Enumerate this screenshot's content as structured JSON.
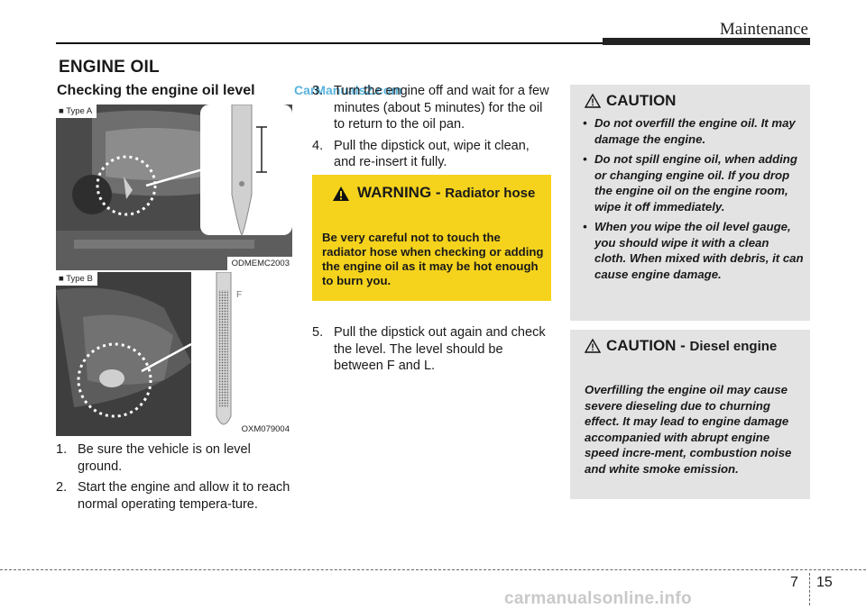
{
  "header": {
    "chapter_title": "Maintenance"
  },
  "section": {
    "title": "ENGINE OIL",
    "subtitle": "Checking the engine oil level"
  },
  "watermark": "CarManuals2.com",
  "figures": [
    {
      "tag": "■ Type A",
      "code": "ODMEMC2003"
    },
    {
      "tag": "■ Type B",
      "code": "OXM079004"
    }
  ],
  "steps_left": [
    {
      "num": "1.",
      "text": "Be sure the vehicle is on level ground."
    },
    {
      "num": "2.",
      "text": "Start the engine and allow it to reach normal operating tempera-ture."
    }
  ],
  "steps_mid_top": [
    {
      "num": "3.",
      "text": "Turn the engine off and wait for a few minutes (about 5 minutes) for the oil to return to the oil pan."
    },
    {
      "num": "4.",
      "text": "Pull the dipstick out, wipe it clean, and re-insert it fully."
    }
  ],
  "steps_mid_bottom": [
    {
      "num": "5.",
      "text": "Pull the dipstick out again and check the level. The level should be between F and L."
    }
  ],
  "warning": {
    "label": "WARNING - ",
    "subject": "Radiator hose",
    "text": "Be very careful not to touch the radiator hose when checking or adding the engine oil as it may be hot enough to burn you.",
    "color": "#f5d31c"
  },
  "caution1": {
    "label": "CAUTION",
    "items": [
      "Do not overfill the engine oil. It may damage the engine.",
      "Do not spill engine oil, when adding or changing engine oil. If you drop the engine oil on the engine room, wipe it off immediately.",
      "When you wipe the oil level gauge, you should wipe it with a clean cloth. When mixed with debris, it can cause engine damage."
    ]
  },
  "caution2": {
    "label": "CAUTION - ",
    "subject": "Diesel engine",
    "text": "Overfilling the engine oil may cause severe dieseling due to churning effect. It may lead to engine damage accompanied with abrupt engine speed incre-ment, combustion noise and white smoke emission."
  },
  "footer": {
    "chapter": "7",
    "page": "15",
    "site": "carmanualsonline.info"
  }
}
